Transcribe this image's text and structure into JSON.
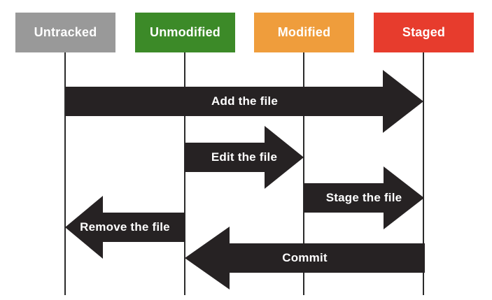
{
  "diagram": {
    "type": "git-file-lifecycle-flow",
    "states": [
      {
        "label": "Untracked",
        "color": "#999999"
      },
      {
        "label": "Unmodified",
        "color": "#3c8a28"
      },
      {
        "label": "Modified",
        "color": "#ef9d3c"
      },
      {
        "label": "Staged",
        "color": "#e73c2d"
      }
    ],
    "transitions": [
      {
        "label": "Add the file",
        "from": "Untracked",
        "to": "Staged",
        "direction": "right"
      },
      {
        "label": "Edit the file",
        "from": "Unmodified",
        "to": "Modified",
        "direction": "right"
      },
      {
        "label": "Stage the file",
        "from": "Modified",
        "to": "Staged",
        "direction": "right"
      },
      {
        "label": "Remove the file",
        "from": "Unmodified",
        "to": "Untracked",
        "direction": "left"
      },
      {
        "label": "Commit",
        "from": "Staged",
        "to": "Unmodified",
        "direction": "left"
      }
    ],
    "colors": {
      "arrow": "#262223",
      "lifeline": "#2b2b2b",
      "label_text": "#ffffff",
      "background": "#ffffff"
    }
  }
}
